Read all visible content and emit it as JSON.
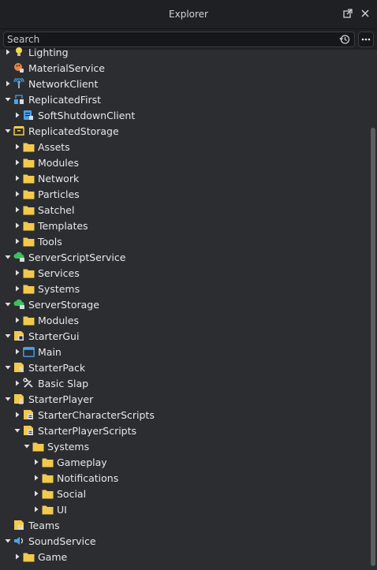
{
  "window": {
    "title": "Explorer"
  },
  "search": {
    "placeholder": "Search"
  },
  "tree": [
    {
      "label": "Lighting",
      "depth": 0,
      "arrow": "collapsed",
      "icon": "lightbulb-icon"
    },
    {
      "label": "MaterialService",
      "depth": 0,
      "arrow": "none",
      "icon": "material-icon"
    },
    {
      "label": "NetworkClient",
      "depth": 0,
      "arrow": "collapsed",
      "icon": "network-icon"
    },
    {
      "label": "ReplicatedFirst",
      "depth": 0,
      "arrow": "expanded",
      "icon": "replicated-first-icon"
    },
    {
      "label": "SoftShutdownClient",
      "depth": 1,
      "arrow": "collapsed",
      "icon": "local-script-icon"
    },
    {
      "label": "ReplicatedStorage",
      "depth": 0,
      "arrow": "expanded",
      "icon": "storage-icon"
    },
    {
      "label": "Assets",
      "depth": 1,
      "arrow": "collapsed",
      "icon": "folder-icon"
    },
    {
      "label": "Modules",
      "depth": 1,
      "arrow": "collapsed",
      "icon": "folder-icon"
    },
    {
      "label": "Network",
      "depth": 1,
      "arrow": "collapsed",
      "icon": "folder-icon"
    },
    {
      "label": "Particles",
      "depth": 1,
      "arrow": "collapsed",
      "icon": "folder-icon"
    },
    {
      "label": "Satchel",
      "depth": 1,
      "arrow": "collapsed",
      "icon": "folder-icon"
    },
    {
      "label": "Templates",
      "depth": 1,
      "arrow": "collapsed",
      "icon": "folder-icon"
    },
    {
      "label": "Tools",
      "depth": 1,
      "arrow": "collapsed",
      "icon": "folder-icon"
    },
    {
      "label": "ServerScriptService",
      "depth": 0,
      "arrow": "expanded",
      "icon": "server-cloud-icon"
    },
    {
      "label": "Services",
      "depth": 1,
      "arrow": "collapsed",
      "icon": "folder-icon"
    },
    {
      "label": "Systems",
      "depth": 1,
      "arrow": "collapsed",
      "icon": "folder-icon"
    },
    {
      "label": "ServerStorage",
      "depth": 0,
      "arrow": "expanded",
      "icon": "server-cloud-icon"
    },
    {
      "label": "Modules",
      "depth": 1,
      "arrow": "collapsed",
      "icon": "folder-icon"
    },
    {
      "label": "StarterGui",
      "depth": 0,
      "arrow": "expanded",
      "icon": "starter-gui-icon"
    },
    {
      "label": "Main",
      "depth": 1,
      "arrow": "collapsed",
      "icon": "screen-gui-icon"
    },
    {
      "label": "StarterPack",
      "depth": 0,
      "arrow": "expanded",
      "icon": "starter-pack-icon"
    },
    {
      "label": "Basic Slap",
      "depth": 1,
      "arrow": "collapsed",
      "icon": "tool-icon"
    },
    {
      "label": "StarterPlayer",
      "depth": 0,
      "arrow": "expanded",
      "icon": "starter-player-icon"
    },
    {
      "label": "StarterCharacterScripts",
      "depth": 1,
      "arrow": "collapsed",
      "icon": "script-folder-icon"
    },
    {
      "label": "StarterPlayerScripts",
      "depth": 1,
      "arrow": "expanded",
      "icon": "script-folder-icon"
    },
    {
      "label": "Systems",
      "depth": 2,
      "arrow": "expanded",
      "icon": "folder-icon"
    },
    {
      "label": "Gameplay",
      "depth": 3,
      "arrow": "collapsed",
      "icon": "folder-icon"
    },
    {
      "label": "Notifications",
      "depth": 3,
      "arrow": "collapsed",
      "icon": "folder-icon"
    },
    {
      "label": "Social",
      "depth": 3,
      "arrow": "collapsed",
      "icon": "folder-icon"
    },
    {
      "label": "UI",
      "depth": 3,
      "arrow": "collapsed",
      "icon": "folder-icon"
    },
    {
      "label": "Teams",
      "depth": 0,
      "arrow": "none",
      "icon": "teams-icon"
    },
    {
      "label": "SoundService",
      "depth": 0,
      "arrow": "expanded",
      "icon": "sound-icon"
    },
    {
      "label": "Game",
      "depth": 1,
      "arrow": "collapsed",
      "icon": "folder-icon"
    }
  ],
  "colors": {
    "background": "#2b2d31",
    "titlebar": "#1f2023",
    "folder": "#f2c94c",
    "text": "#e8e8e8"
  }
}
